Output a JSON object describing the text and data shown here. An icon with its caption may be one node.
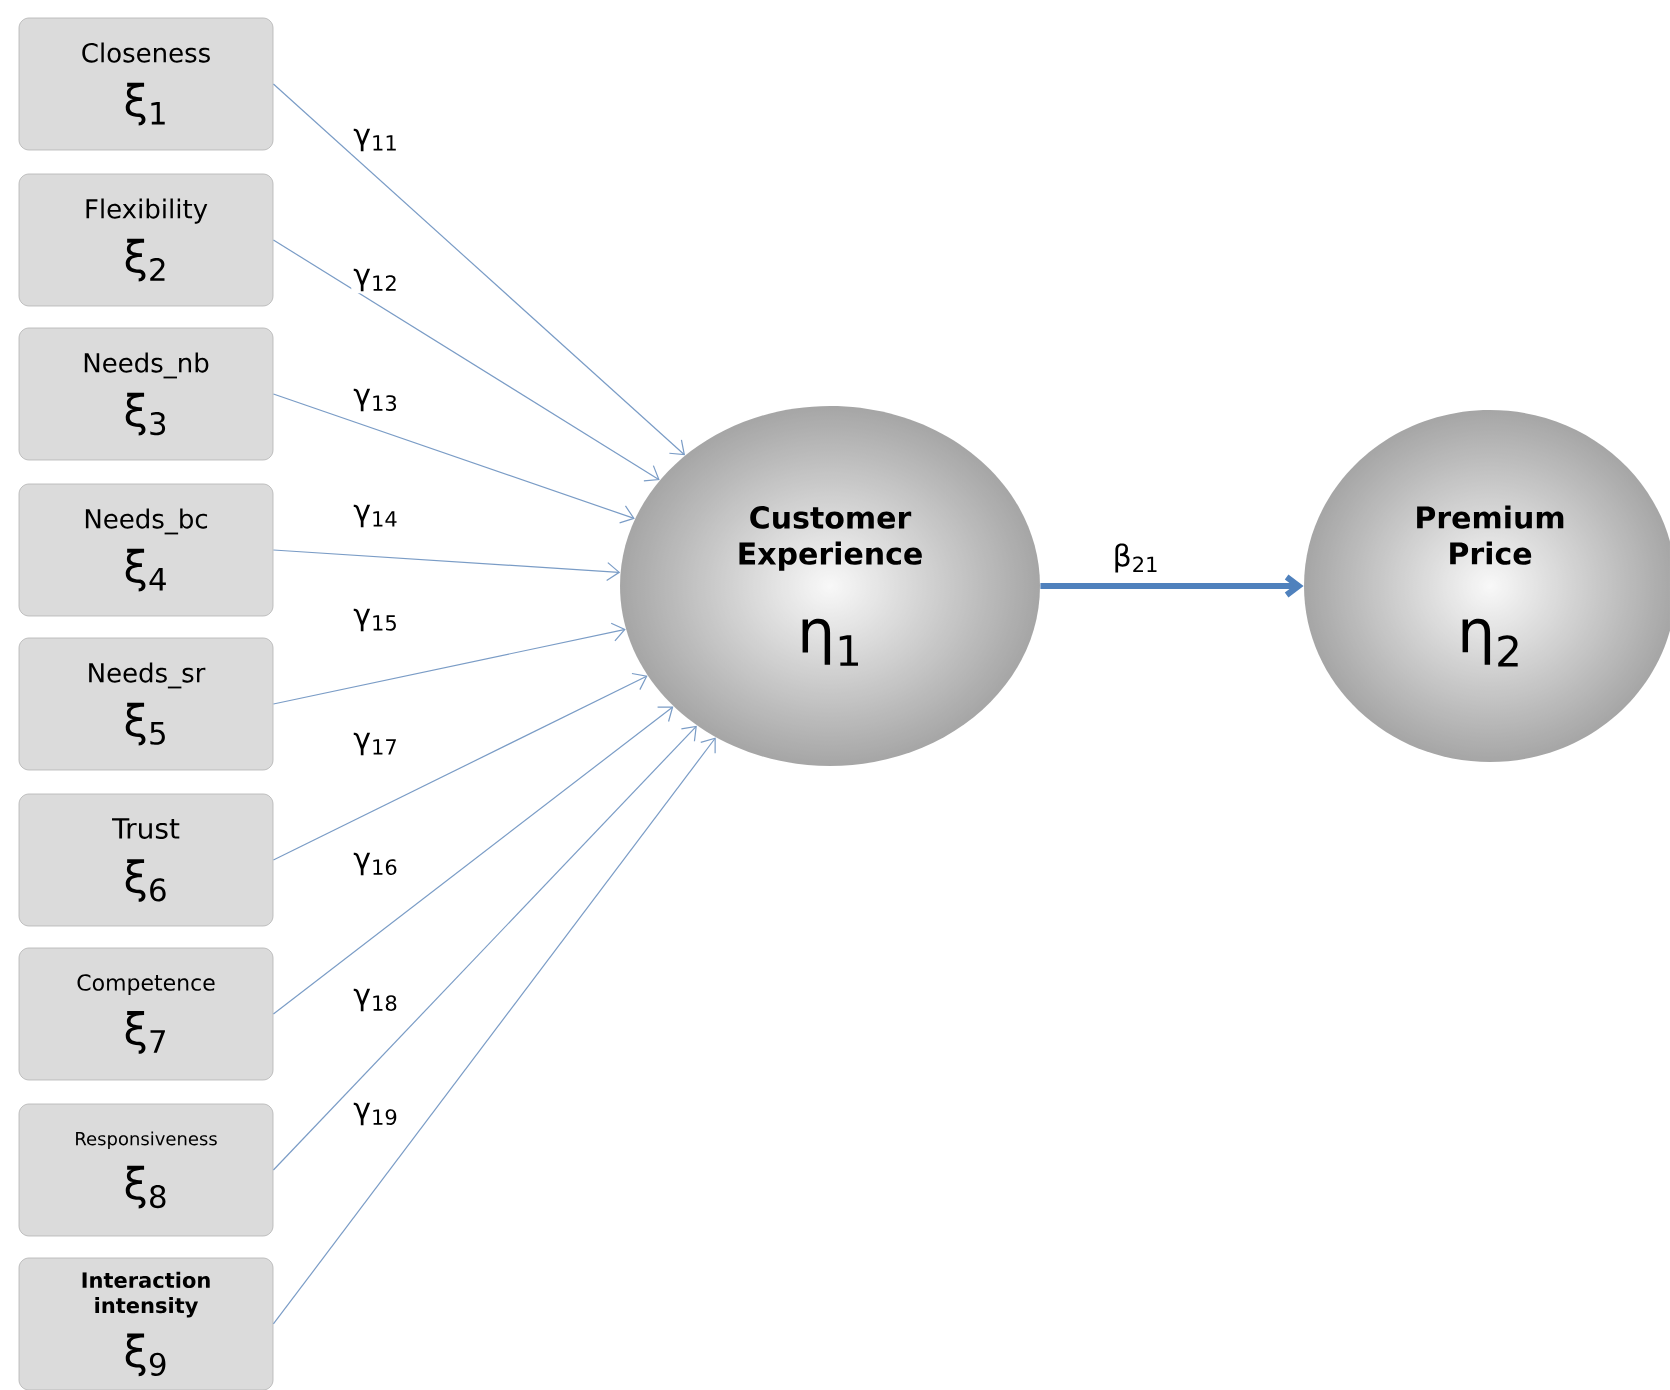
{
  "diagram": {
    "nodes": [
      {
        "text": [
          "Closeness",
          "ξ$_{1}$"
        ]
      },
      {
        "text": [
          "Flexibility",
          "ξ$_{2}$"
        ]
      },
      {
        "text": [
          "Needs_nb",
          "ξ$_{3}$"
        ]
      },
      {
        "text": [
          "Needs_bc",
          "ξ$_{4}$"
        ]
      },
      {
        "text": [
          "Needs_sr",
          "ξ$_{5}$"
        ]
      },
      {
        "text": [
          "Trust",
          "ξ$_{6}$"
        ]
      },
      {
        "text": [
          "Competence",
          "ξ$_{7}$"
        ]
      },
      {
        "text": [
          "Responsiveness",
          "ξ$_{8}$"
        ]
      },
      {
        "text": [
          "Interaction intensity",
          "ξ$_{9}$"
        ]
      },
      {
        "text": [
          "Customer Experience",
          "η$_{1}$"
        ]
      },
      {
        "text": [
          "Premium Price",
          "η$_{2}$"
        ]
      }
    ],
    "edges": [
      {
        "from": 0,
        "to": 9,
        "arrow": "to",
        "label": "γ$_{11}$"
      },
      {
        "from": 1,
        "to": 9,
        "arrow": "to",
        "label": "γ$_{12}$"
      },
      {
        "from": 2,
        "to": 9,
        "arrow": "to",
        "label": "γ$_{13}$"
      },
      {
        "from": 3,
        "to": 9,
        "arrow": "to",
        "label": "γ$_{14}$"
      },
      {
        "from": 4,
        "to": 9,
        "arrow": "to",
        "label": "γ$_{15}$"
      },
      {
        "from": 5,
        "to": 9,
        "arrow": "to",
        "label": "γ$_{17}$"
      },
      {
        "from": 6,
        "to": 9,
        "arrow": "to",
        "label": "γ$_{16}$"
      },
      {
        "from": 7,
        "to": 9,
        "arrow": "to",
        "label": "γ$_{18}$"
      },
      {
        "from": 8,
        "to": 9,
        "arrow": "to",
        "label": "γ$_{19}$"
      },
      {
        "from": 9,
        "to": 10,
        "arrow": "to",
        "label": "β$_{21}$",
        "style": "thick",
        "color": "#4f81bd"
      }
    ]
  }
}
